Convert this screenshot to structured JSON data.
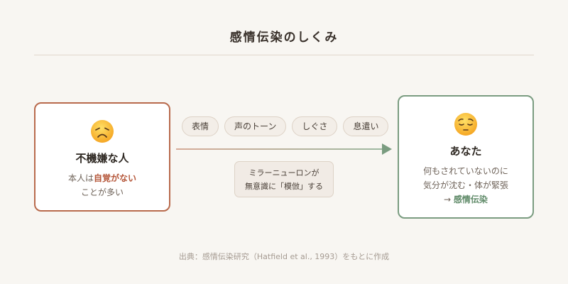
{
  "title": "感情伝染のしくみ",
  "left_card": {
    "emoji": "disappointed-face",
    "name": "不機嫌な人",
    "desc_prefix": "本人は",
    "desc_highlight": "自覚がない",
    "desc_line2": "ことが多い",
    "border_color": "#b86a4c"
  },
  "right_card": {
    "emoji": "pensive-face",
    "name": "あなた",
    "desc_line1": "何もされていないのに",
    "desc_line2": "気分が沈む・体が緊張",
    "desc_arrow": "→ ",
    "desc_highlight": "感情伝染",
    "border_color": "#7a9c80"
  },
  "channels": [
    {
      "label": "表情"
    },
    {
      "label": "声のトーン"
    },
    {
      "label": "しぐさ"
    },
    {
      "label": "息遣い"
    }
  ],
  "mechanism_note": {
    "line1": "ミラーニューロンが",
    "line2": "無意識に「模倣」する"
  },
  "source": "出典：感情伝染研究（Hatfield et al., 1993）をもとに作成"
}
